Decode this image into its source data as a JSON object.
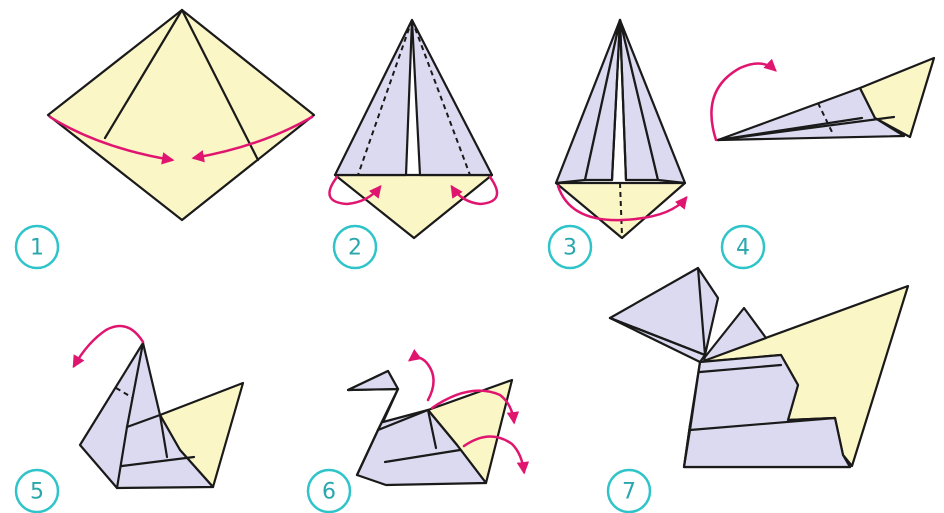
{
  "colors": {
    "paper_front": "#fbf6c6",
    "paper_back": "#dcdaf0",
    "arrow": "#e0156f",
    "step_circle": "#2ec4c9",
    "step_text": "#2aa7ad"
  },
  "steps": [
    {
      "number": "1"
    },
    {
      "number": "2"
    },
    {
      "number": "3"
    },
    {
      "number": "4"
    },
    {
      "number": "5"
    },
    {
      "number": "6"
    },
    {
      "number": "7"
    }
  ]
}
